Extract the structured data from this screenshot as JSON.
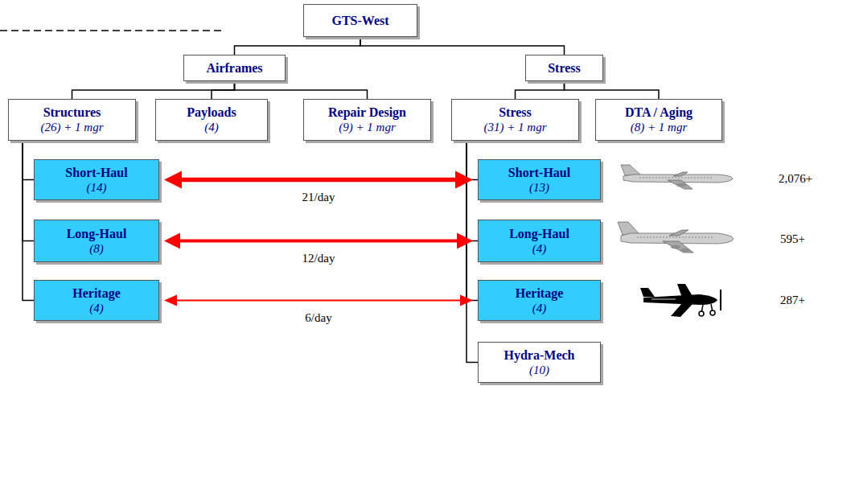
{
  "diagram": {
    "nodes": [
      {
        "text": [
          "GTS-West"
        ]
      },
      {
        "text": [
          "Airframes"
        ]
      },
      {
        "text": [
          "Stress"
        ]
      },
      {
        "text": [
          "Structures",
          "(26) + 1 mgr"
        ]
      },
      {
        "text": [
          "Payloads",
          "(4)"
        ]
      },
      {
        "text": [
          "Repair Design",
          "(9) + 1 mgr"
        ]
      },
      {
        "text": [
          "Stress",
          "(31) + 1 mgr"
        ]
      },
      {
        "text": [
          "DTA / Aging",
          "(8) + 1 mgr"
        ]
      },
      {
        "text": [
          "Short-Haul",
          "(14)"
        ]
      },
      {
        "text": [
          "Long-Haul",
          "(8)"
        ]
      },
      {
        "text": [
          "Heritage",
          "(4)"
        ]
      },
      {
        "text": [
          "Short-Haul",
          "(13)"
        ]
      },
      {
        "text": [
          "Long-Haul",
          "(4)"
        ]
      },
      {
        "text": [
          "Heritage",
          "(4)"
        ]
      },
      {
        "text": [
          "Hydra-Mech",
          "(10)"
        ]
      }
    ],
    "edges": [
      {
        "from": 0,
        "to": 1,
        "arrow": "none"
      },
      {
        "from": 0,
        "to": 2,
        "arrow": "none"
      },
      {
        "from": 1,
        "to": 3,
        "arrow": "none"
      },
      {
        "from": 1,
        "to": 4,
        "arrow": "none"
      },
      {
        "from": 1,
        "to": 5,
        "arrow": "none"
      },
      {
        "from": 2,
        "to": 6,
        "arrow": "none"
      },
      {
        "from": 2,
        "to": 7,
        "arrow": "none"
      },
      {
        "from": 3,
        "to": 8,
        "arrow": "none"
      },
      {
        "from": 3,
        "to": 9,
        "arrow": "none"
      },
      {
        "from": 3,
        "to": 10,
        "arrow": "none"
      },
      {
        "from": 6,
        "to": 11,
        "arrow": "none"
      },
      {
        "from": 6,
        "to": 12,
        "arrow": "none"
      },
      {
        "from": 6,
        "to": 13,
        "arrow": "none"
      },
      {
        "from": 6,
        "to": 14,
        "arrow": "none"
      },
      {
        "from": 8,
        "to": 11,
        "arrow": "both",
        "label": "21/day"
      },
      {
        "from": 9,
        "to": 12,
        "arrow": "both",
        "label": "12/day"
      },
      {
        "from": 10,
        "to": 13,
        "arrow": "both",
        "label": "6/day"
      }
    ],
    "labels": [
      "2,076+",
      "595+",
      "287+"
    ]
  }
}
